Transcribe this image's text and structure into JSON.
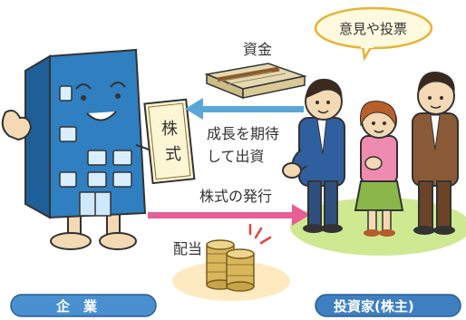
{
  "labels": {
    "opinion_vote": "意見や投票",
    "funds": "資金",
    "expect_growth_line1": "成長を期待",
    "expect_growth_line2": "して出資",
    "stock_issue": "株式の発行",
    "dividend": "配当",
    "stock_certificate_line1": "株",
    "stock_certificate_line2": "式",
    "company": "企　業",
    "investors": "投資家(株主)"
  },
  "colors": {
    "building": "#2f7fc1",
    "funds_arrow": "#5aa6d8",
    "issue_arrow": "#e85e97",
    "company_pill": "#4a8fcf",
    "investor_pill": "#3f7fc1",
    "bubble_border": "#e6b432",
    "grass": "#bfe37a"
  }
}
